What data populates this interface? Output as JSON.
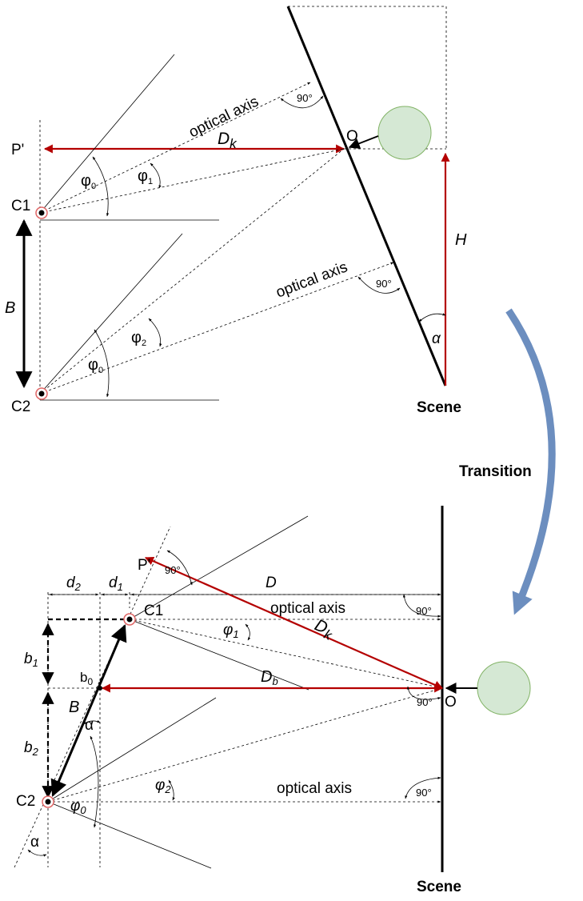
{
  "labels": {
    "transition": "Transition",
    "top": {
      "optical_axis_1": "optical axis",
      "optical_axis_2": "optical axis",
      "angle_90_a": "90°",
      "angle_90_b": "90°",
      "O": "O",
      "P_prime": "P'",
      "Dk_main": "D",
      "Dk_sub": "k",
      "phi0_a_main": "φ",
      "phi0_a_sub": "0",
      "phi1_main": "φ",
      "phi1_sub": "1",
      "phi2_main": "φ",
      "phi2_sub": "2",
      "phi0_b_main": "φ",
      "phi0_b_sub": "0",
      "C1": "C1",
      "C2": "C2",
      "B": "B",
      "H": "H",
      "alpha": "α",
      "scene": "Scene"
    },
    "bottom": {
      "P_prime": "P'",
      "angle_90_p": "90°",
      "d2_main": "d",
      "d2_sub": "2",
      "d1_main": "d",
      "d1_sub": "1",
      "D": "D",
      "optical_axis_1": "optical axis",
      "angle_90_a": "90°",
      "C1": "C1",
      "phi1_main": "φ",
      "phi1_sub": "1",
      "Dk_main": "D",
      "Dk_sub": "k",
      "b1_main": "b",
      "b1_sub": "1",
      "b0_main": "b",
      "b0_sub": "0",
      "Db_main": "D",
      "Db_sub": "b",
      "angle_90_b": "90°",
      "O": "O",
      "B": "B",
      "alpha_a": "α",
      "b2_main": "b",
      "b2_sub": "2",
      "phi2_main": "φ",
      "phi2_sub": "2",
      "optical_axis_2": "optical axis",
      "angle_90_c": "90°",
      "C2": "C2",
      "phi0_main": "φ",
      "phi0_sub": "0",
      "alpha_b": "α",
      "scene": "Scene"
    }
  },
  "colors": {
    "red_arrow": "#b40000",
    "object_fill": "#d5e8d4",
    "object_stroke": "#82b366",
    "transition_arrow": "#6c8ebf"
  }
}
